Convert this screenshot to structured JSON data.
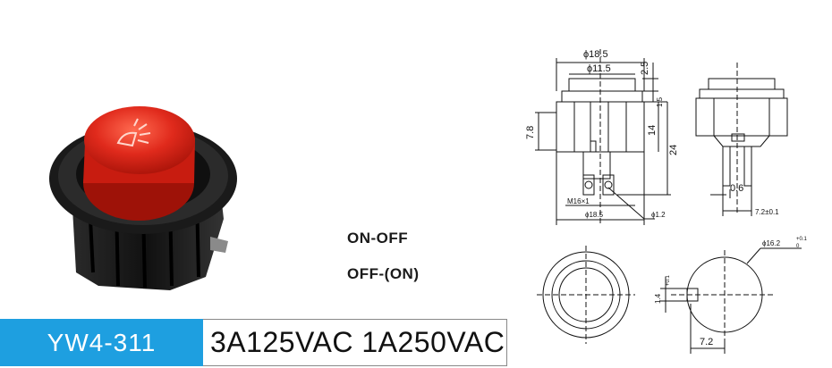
{
  "modes": [
    "ON-OFF",
    "OFF-(ON)"
  ],
  "model": "YW4-311",
  "rating": "3A125VAC 1A250VAC",
  "dimensions": {
    "d18_5_top": "ϕ18.5",
    "d11_5": "ϕ11.5",
    "d2_5": "2.5",
    "d1_5": "1.5",
    "d7_8": "7.8",
    "d14": "14",
    "d24": "24",
    "thread": "M16×1",
    "d18_5_bottom": "ϕ18.5",
    "d1_2": "ϕ1.2",
    "d0_6": "0.6",
    "d7_2_tol": "7.2±0.1",
    "d16_2": "ϕ16.2",
    "d16_2_tol_top": "+0.1",
    "d16_2_tol_bottom": "0",
    "d1_4": "1.4",
    "d1_4_tol": "+0.1",
    "d7_2": "7.2"
  },
  "colors": {
    "model_bg": "#1e9fe0",
    "button_red": "#e02a1c",
    "housing_black": "#1a1a1a"
  }
}
